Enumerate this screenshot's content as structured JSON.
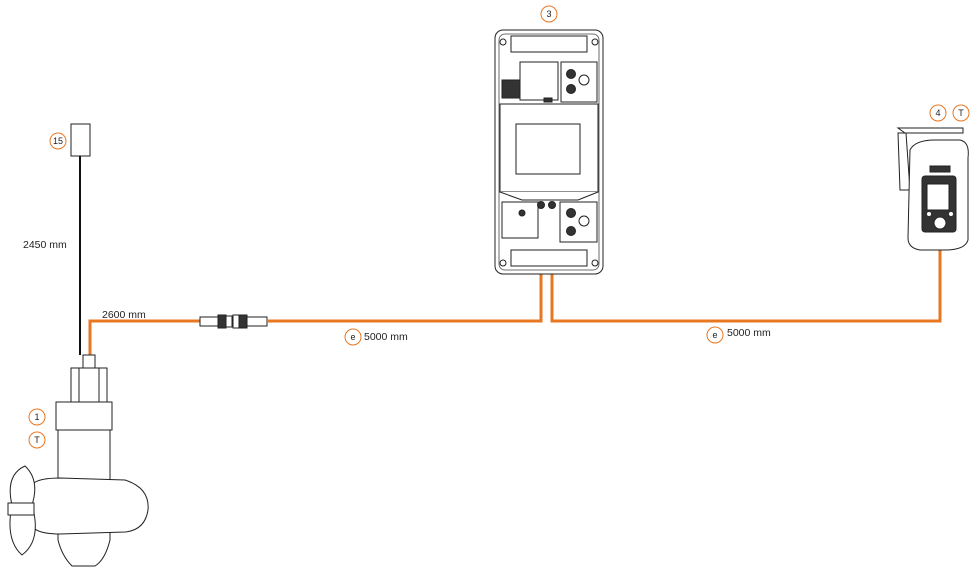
{
  "labels": {
    "cable_sensor_length": "2450 mm",
    "cable_motor_length": "2600 mm",
    "cable_e1_length": "5000 mm",
    "cable_e2_length": "5000 mm"
  },
  "badges": {
    "item_15": "15",
    "item_1": "1",
    "item_T_motor": "T",
    "item_3": "3",
    "item_4": "4",
    "item_T_remote": "T",
    "item_e1": "e",
    "item_e2": "e"
  },
  "colors": {
    "cable_orange": "#e87722",
    "cable_black": "#111111",
    "badge_outline": "#e87722"
  }
}
